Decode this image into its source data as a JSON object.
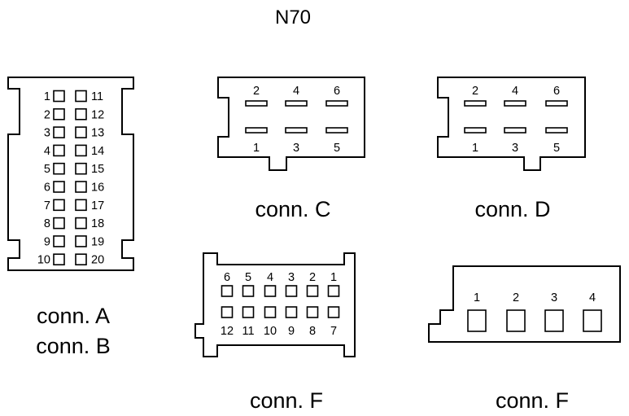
{
  "title": "N70",
  "connectors": {
    "a": {
      "captions": [
        "conn. A",
        "conn. B"
      ],
      "left_pins": [
        "1",
        "2",
        "3",
        "4",
        "5",
        "6",
        "7",
        "8",
        "9",
        "10"
      ],
      "right_pins": [
        "11",
        "12",
        "13",
        "14",
        "15",
        "16",
        "17",
        "18",
        "19",
        "20"
      ]
    },
    "c": {
      "caption": "conn. C",
      "top_pins": [
        "2",
        "4",
        "6"
      ],
      "bottom_pins": [
        "1",
        "3",
        "5"
      ]
    },
    "d": {
      "caption": "conn. D",
      "top_pins": [
        "2",
        "4",
        "6"
      ],
      "bottom_pins": [
        "1",
        "3",
        "5"
      ]
    },
    "f12": {
      "caption": "conn. F",
      "top_pins": [
        "6",
        "5",
        "4",
        "3",
        "2",
        "1"
      ],
      "bottom_pins": [
        "12",
        "11",
        "10",
        "9",
        "8",
        "7"
      ]
    },
    "f4": {
      "caption": "conn. F",
      "pins": [
        "1",
        "2",
        "3",
        "4"
      ]
    }
  }
}
